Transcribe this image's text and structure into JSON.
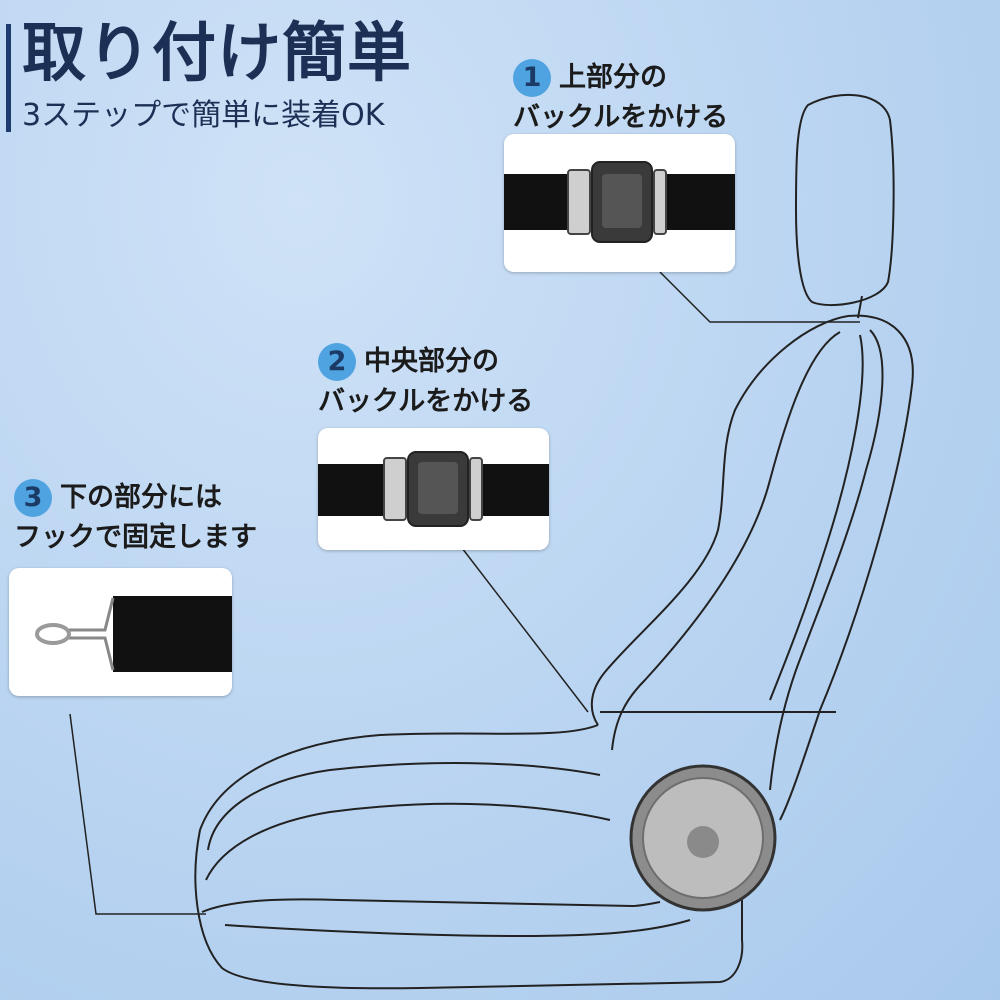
{
  "header": {
    "title": "取り付け簡単",
    "subtitle": "3ステップで簡単に装着OK"
  },
  "steps": [
    {
      "number": "1",
      "line1": "上部分の",
      "line2": "バックルをかける"
    },
    {
      "number": "2",
      "line1": "中央部分の",
      "line2": "バックルをかける"
    },
    {
      "number": "3",
      "line1": "下の部分には",
      "line2": "フックで固定します"
    }
  ],
  "colors": {
    "title": "#1c2f55",
    "accent_bar": "#1e3a6e",
    "badge": "#4fa3e0",
    "seat_line": "#222222"
  },
  "icons": {
    "step_badge": "circle-number-badge"
  }
}
